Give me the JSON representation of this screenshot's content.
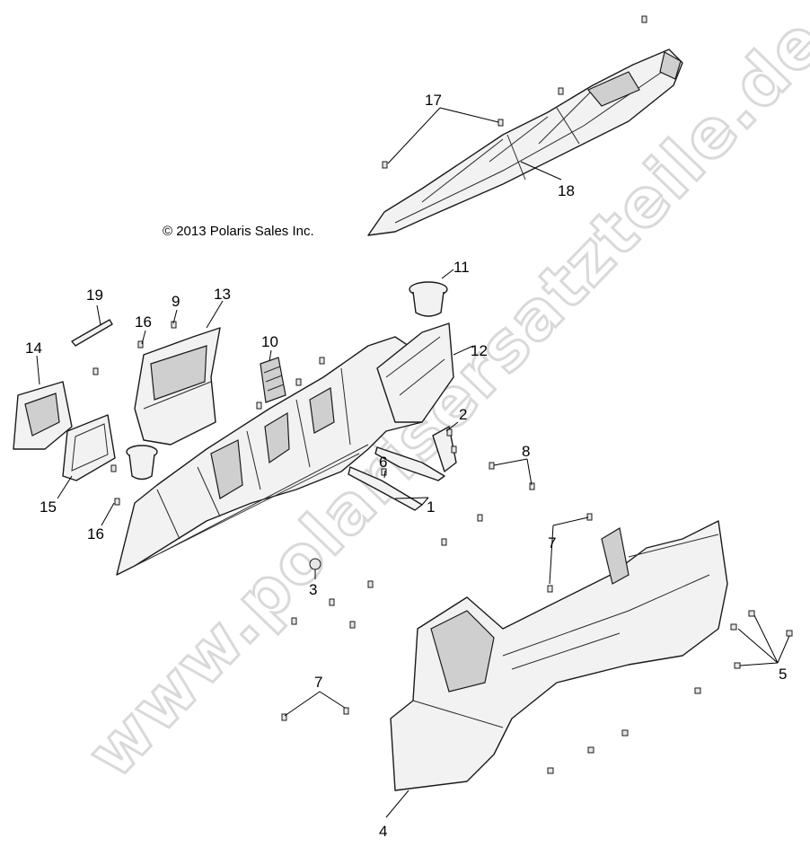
{
  "copyright": "© 2013 Polaris Sales Inc.",
  "watermark": "www.polarisersatzteile.de",
  "callouts": {
    "c1": "1",
    "c2": "2",
    "c3": "3",
    "c4": "4",
    "c5": "5",
    "c6": "6",
    "c7a": "7",
    "c7b": "7",
    "c8": "8",
    "c9": "9",
    "c10": "10",
    "c11": "11",
    "c12": "12",
    "c13": "13",
    "c14": "14",
    "c15": "15",
    "c16a": "16",
    "c16b": "16",
    "c17": "17",
    "c18": "18",
    "c19": "19"
  }
}
